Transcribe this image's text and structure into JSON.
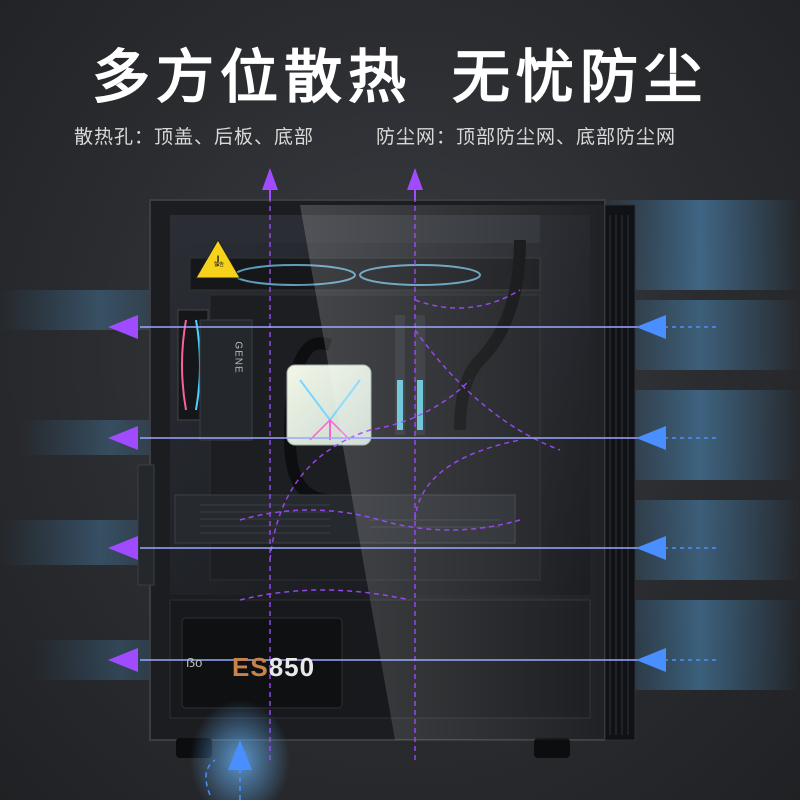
{
  "headline": {
    "part1": "多方位散热",
    "part2": "无忧防尘"
  },
  "subtitles": {
    "left": "散热孔：顶盖、后板、底部",
    "right": "防尘网：顶部防尘网、底部防尘网"
  },
  "case": {
    "psu_brand_mark": "ẞo",
    "psu_model_prefix": "ES",
    "psu_model_number": "850",
    "warning_label": "警告",
    "gpu_logo": "GENE"
  },
  "colors": {
    "exhaust_arrow": "#a04bff",
    "intake_arrow": "#4a8fff",
    "airflow_glow": "#5aa8e8"
  }
}
